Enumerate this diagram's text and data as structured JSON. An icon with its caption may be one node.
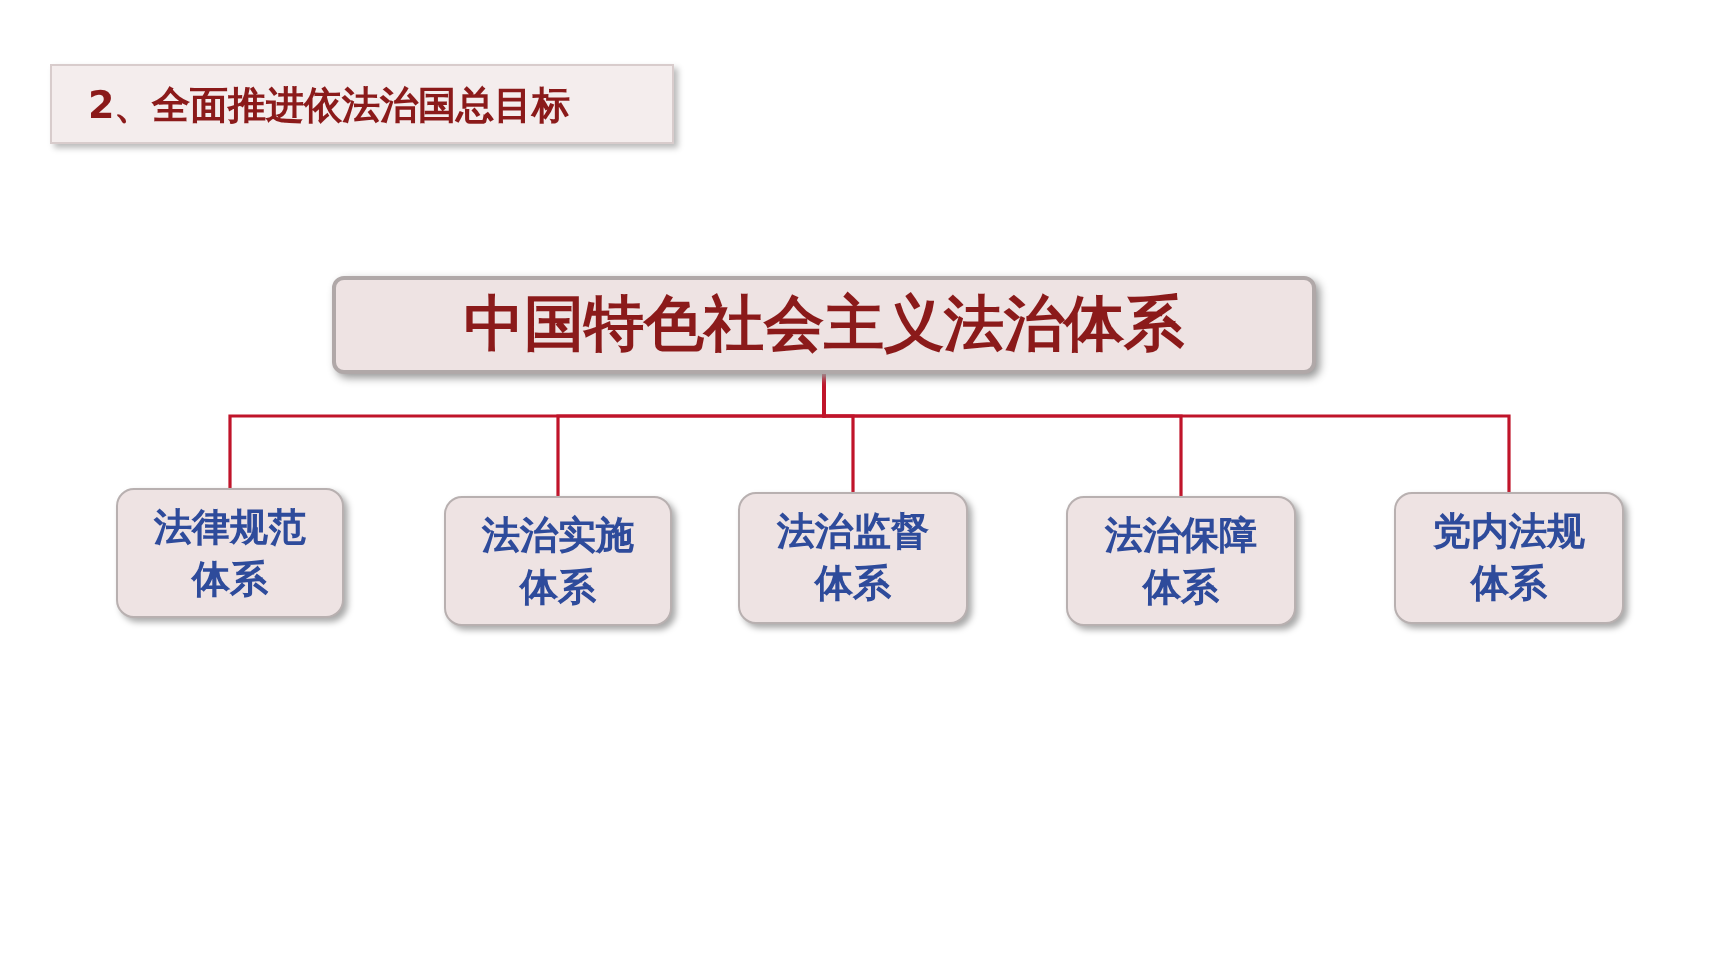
{
  "diagram": {
    "title": "2、全面推进依法治国总目标",
    "nodes": [
      {
        "text": [
          "中国特色社会主义法治体系"
        ]
      },
      {
        "text": [
          "法律规范体系"
        ]
      },
      {
        "text": [
          "法治实施体系"
        ]
      },
      {
        "text": [
          "法治监督体系"
        ]
      },
      {
        "text": [
          "法治保障体系"
        ]
      },
      {
        "text": [
          "党内法规体系"
        ]
      }
    ],
    "edges": [
      {
        "from": 0,
        "to": 1,
        "arrow": "none"
      },
      {
        "from": 0,
        "to": 2,
        "arrow": "none"
      },
      {
        "from": 0,
        "to": 3,
        "arrow": "none"
      },
      {
        "from": 0,
        "to": 4,
        "arrow": "none"
      },
      {
        "from": 0,
        "to": 5,
        "arrow": "none"
      }
    ]
  }
}
